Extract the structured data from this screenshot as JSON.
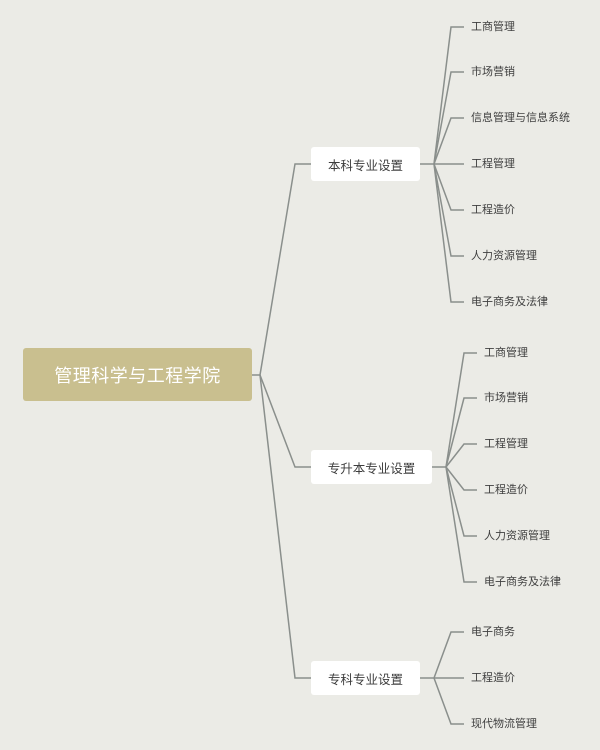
{
  "root": {
    "label": "管理科学与工程学院"
  },
  "colors": {
    "background": "#ebebe6",
    "root_fill": "#c9bf8f",
    "branch_fill": "#ffffff",
    "line": "#8a8f8c"
  },
  "branches": [
    {
      "label": "本科专业设置",
      "children": [
        "工商管理",
        "市场营销",
        "信息管理与信息系统",
        "工程管理",
        "工程造价",
        "人力资源管理",
        "电子商务及法律"
      ]
    },
    {
      "label": "专升本专业设置",
      "children": [
        "工商管理",
        "市场营销",
        "工程管理",
        "工程造价",
        "人力资源管理",
        "电子商务及法律"
      ]
    },
    {
      "label": "专科专业设置",
      "children": [
        "电子商务",
        "工程造价",
        "现代物流管理"
      ]
    }
  ]
}
